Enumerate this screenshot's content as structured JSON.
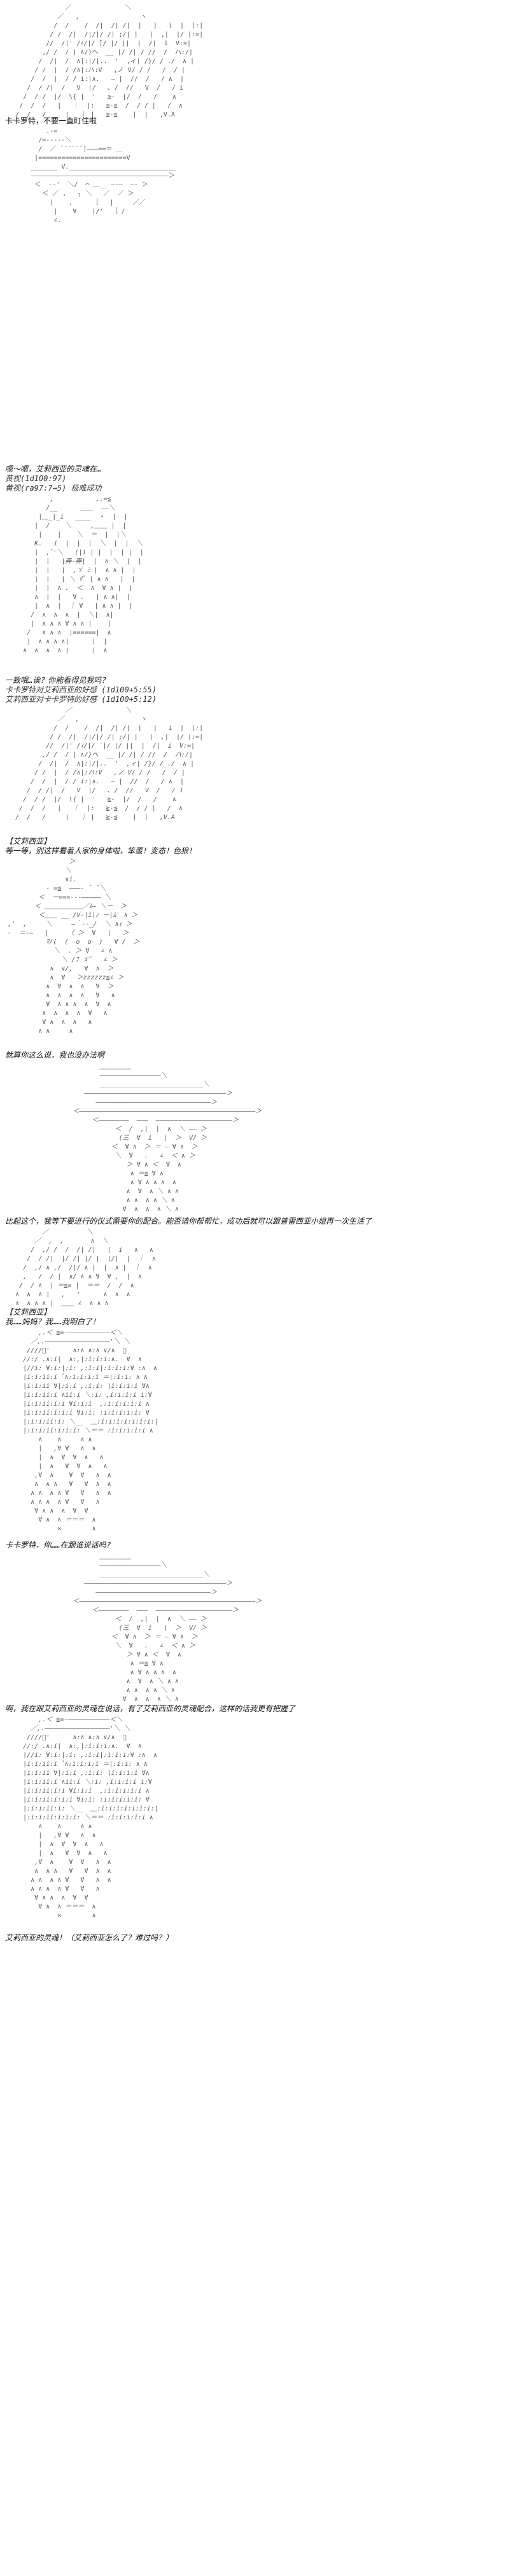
{
  "lines": [
    "卡卡罗特，不要一直盯住啦",
    "嗯～嗯，艾莉西亚的灵魂在…",
    "黄视(1d100:97)",
    "黄视(ra97:7→5) 极难成功",
    "一致哦…诶？你能看得见我吗？",
    "卡卡罗特对艾莉西亚的好感 (1d100+5:55)",
    "艾莉西亚对卡卡罗特的好感 (1d100+5:12)",
    "【艾莉西亚】",
    "等一等，别这样看着人家的身体啦，笨蛋！变态！色狼！",
    "就算你这么说，我也没办法啊",
    "比起这个，我等下要进行的仪式需要你的配合。能否请你帮帮忙，成功后就可以跟普雷西亚小姐再一次生活了",
    "【艾莉西亚】",
    "我……妈妈？我……我明白了！",
    "卡卡罗特，你……在跟谁说话吗？",
    "啊，我在跟艾莉西亚的灵魂在说话，有了艾莉西亚的灵魂配合，这样的话我更有把握了",
    "艾莉西亚的灵魂！（艾莉西亚怎么了？难过吗？）"
  ]
}
